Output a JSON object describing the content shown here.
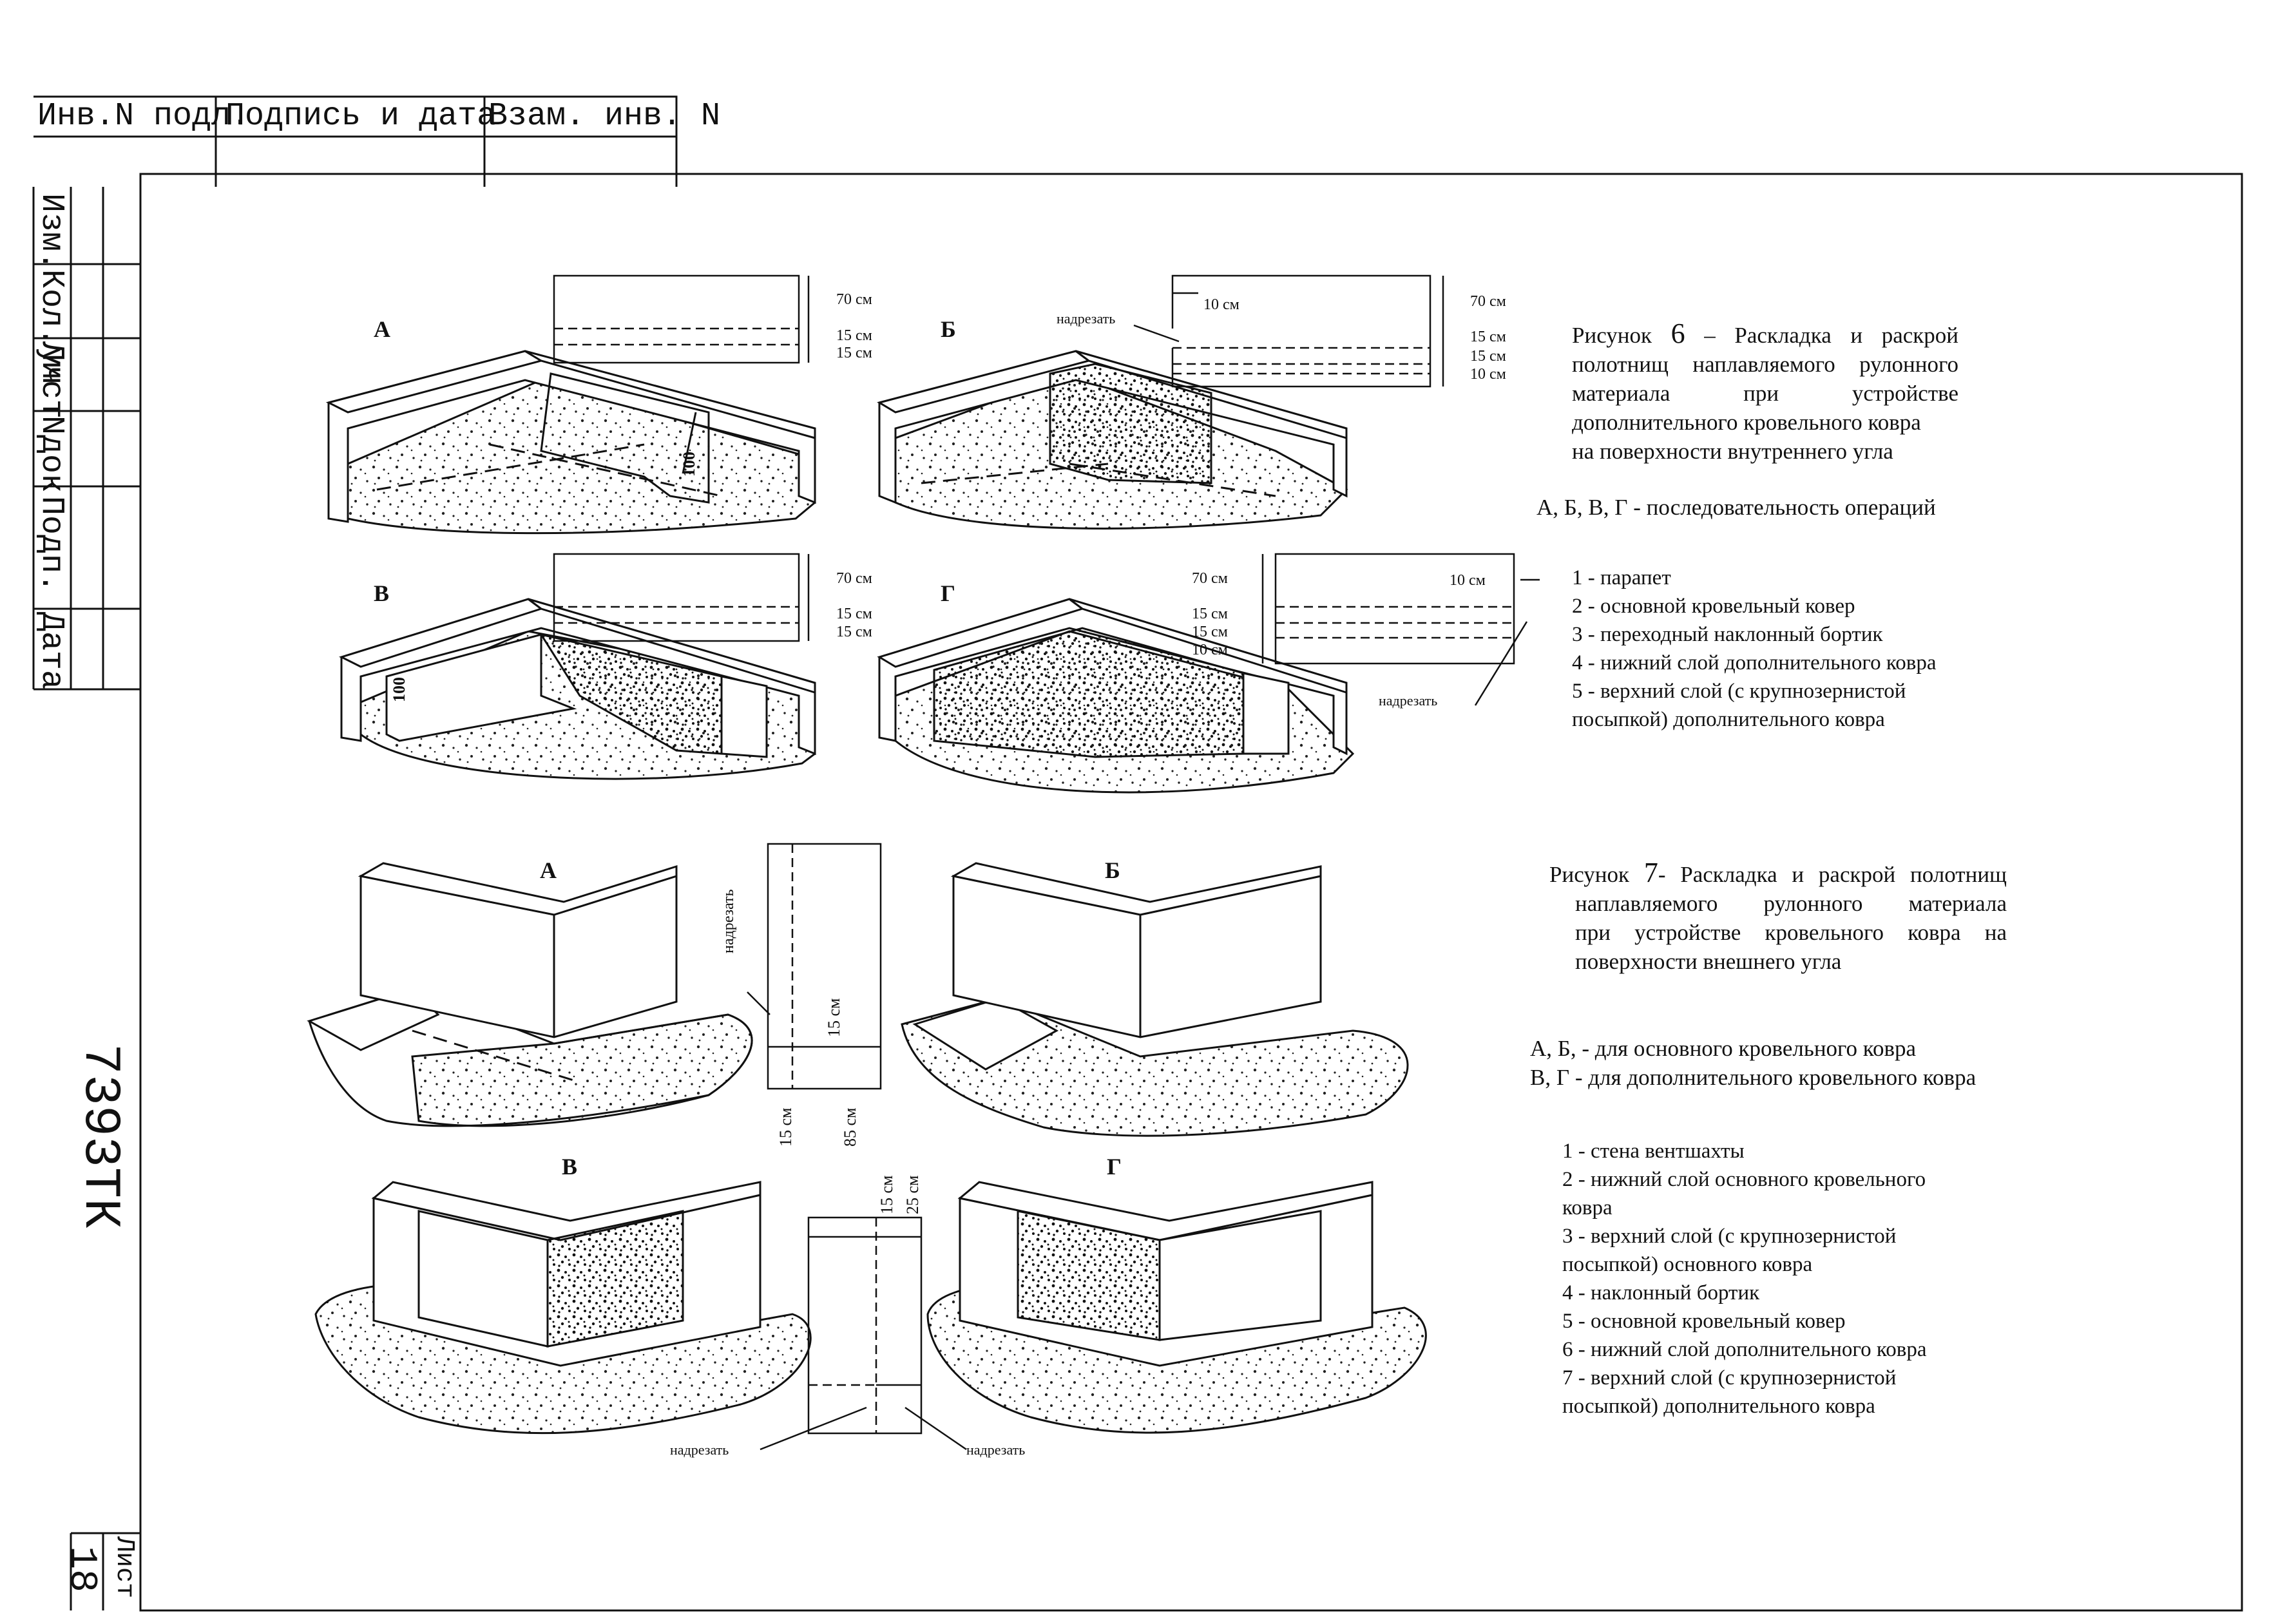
{
  "stamp": {
    "inv_podl": "Инв.N подл.",
    "podpis_data": "Подпись и дата",
    "vzam_inv": "Взам. инв. N"
  },
  "side_columns": [
    "Изм.",
    "Кол.уч",
    "Лист",
    "Nдок",
    "Подп.",
    "Дата"
  ],
  "doc_code": "7393ТК",
  "sheet": {
    "label": "Лист",
    "number": "18"
  },
  "fig6": {
    "caption_prefix": "Рисунок",
    "caption_num": "6",
    "caption_lines": [
      "– Раскладка и раскрой",
      "полотнищ наплавляемого рулонного",
      "материала при устройстве",
      "дополнительного кровельного ковра",
      "на поверхности внутреннего угла"
    ],
    "sequence_note": "А, Б, В, Г - последовательность операций",
    "legend": [
      "1 - парапет",
      "2 - основной кровельный ковер",
      "3 - переходный наклонный бортик",
      "4 - нижний слой дополнительного ковра",
      "5 - верхний слой (с крупнозернистой",
      "посыпкой) дополнительного ковра"
    ],
    "panels": [
      {
        "letter": "А",
        "dims": [
          "70 см",
          "15 см",
          "15 см"
        ]
      },
      {
        "letter": "Б",
        "dims": [
          "70 см",
          "15 см",
          "15 см",
          "10 см"
        ],
        "top_dim": "10 см",
        "cut": "надрезать"
      },
      {
        "letter": "В",
        "dims": [
          "70 см",
          "15 см",
          "15 см"
        ]
      },
      {
        "letter": "Г",
        "dims": [
          "70 см",
          "15 см",
          "15 см",
          "10 см"
        ],
        "top_dim": "10 см",
        "cut": "надрезать"
      }
    ],
    "dim_100": "100"
  },
  "fig7": {
    "caption_prefix": "Рисунок",
    "caption_num": "7",
    "caption_lines": [
      "- Раскладка и раскрой полотнищ",
      "наплавляемого рулонного материала",
      "при устройстве кровельного ковра на",
      "поверхности внешнего угла"
    ],
    "notes": [
      "А, Б, - для основного кровельного ковра",
      "В, Г - для дополнительного кровельного ковра"
    ],
    "legend": [
      "1 - стена вентшахты",
      "2 - нижний слой основного кровельного",
      "ковра",
      "3 - верхний слой (с крупнозернистой",
      "посыпкой) основного ковра",
      "4 - наклонный бортик",
      "5 - основной кровельный ковер",
      "6 - нижний слой дополнительного ковра",
      "7 - верхний слой (с крупнозернистой",
      "посыпкой) дополнительного ковра"
    ],
    "panels": [
      {
        "letter": "А"
      },
      {
        "letter": "Б"
      },
      {
        "letter": "В"
      },
      {
        "letter": "Г"
      }
    ],
    "sheet1": {
      "cut": "надрезать",
      "dim_a": "15 см",
      "dim_b": "15 см",
      "dim_c": "85 см"
    },
    "sheet2": {
      "cut_left": "надрезать",
      "cut_right": "надрезать",
      "dim_a": "15 см",
      "dim_b": "25 см"
    }
  }
}
